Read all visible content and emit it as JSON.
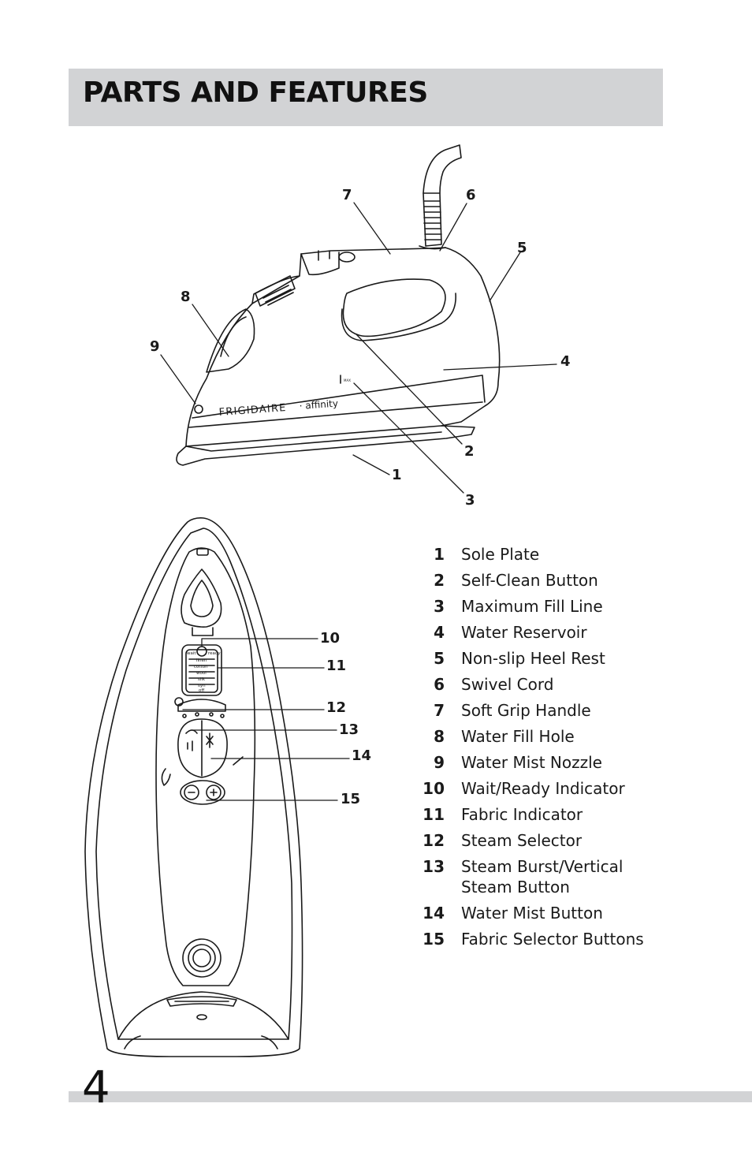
{
  "header": {
    "title": "PARTS AND FEATURES"
  },
  "illustration": {
    "brand": "FRIGIDAIRE",
    "brand_sub": "· affinity",
    "max_label": "MAX",
    "callouts": [
      "1",
      "2",
      "3",
      "4",
      "5",
      "6",
      "7",
      "8",
      "9",
      "10",
      "11",
      "12",
      "13",
      "14",
      "15"
    ],
    "dial_labels": [
      "wait",
      "ready",
      "linen",
      "cotton",
      "wool",
      "silk",
      "syn",
      "off"
    ]
  },
  "parts": [
    {
      "num": "1",
      "label": "Sole Plate"
    },
    {
      "num": "2",
      "label": "Self-Clean Button"
    },
    {
      "num": "3",
      "label": "Maximum Fill Line"
    },
    {
      "num": "4",
      "label": "Water Reservoir"
    },
    {
      "num": "5",
      "label": "Non-slip Heel Rest"
    },
    {
      "num": "6",
      "label": "Swivel Cord"
    },
    {
      "num": "7",
      "label": "Soft Grip Handle"
    },
    {
      "num": "8",
      "label": "Water Fill Hole"
    },
    {
      "num": "9",
      "label": "Water Mist Nozzle"
    },
    {
      "num": "10",
      "label": "Wait/Ready Indicator"
    },
    {
      "num": "11",
      "label": "Fabric Indicator"
    },
    {
      "num": "12",
      "label": "Steam Selector"
    },
    {
      "num": "13",
      "label": "Steam Burst/Vertical Steam Button"
    },
    {
      "num": "14",
      "label": "Water Mist Button"
    },
    {
      "num": "15",
      "label": "Fabric Selector Buttons"
    }
  ],
  "footer": {
    "page_number": "4"
  }
}
